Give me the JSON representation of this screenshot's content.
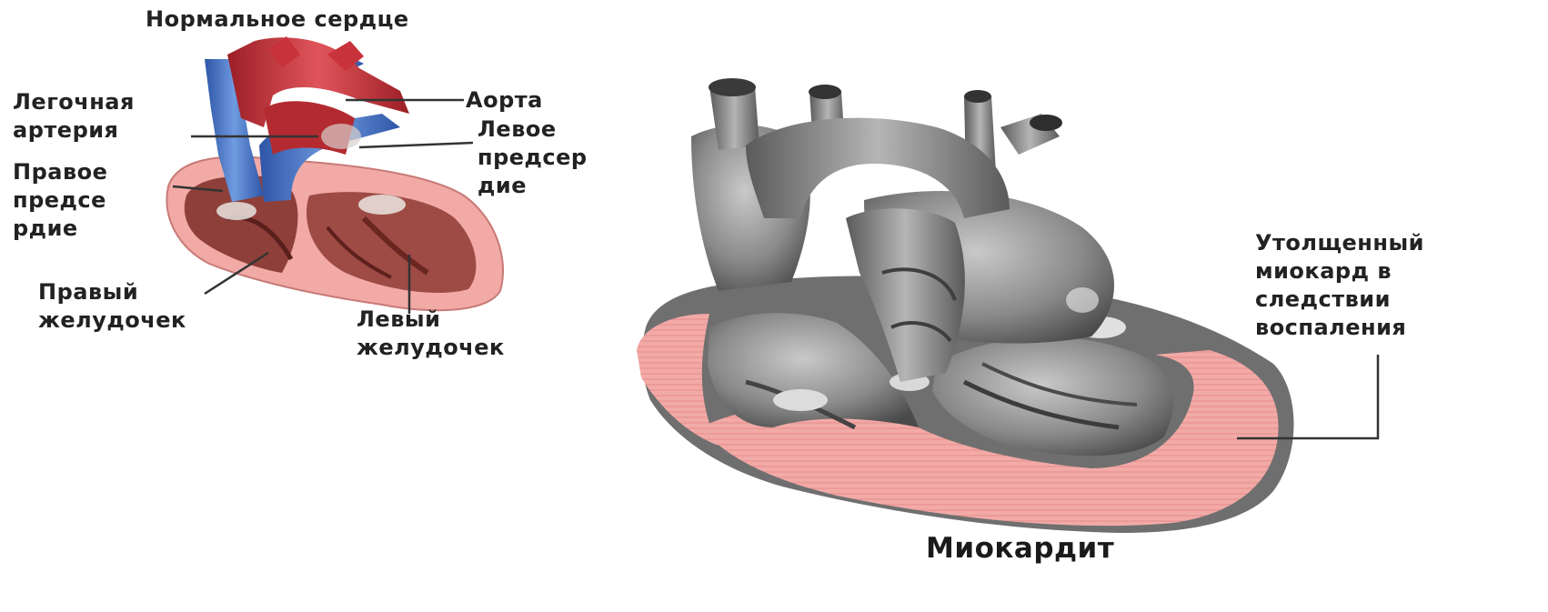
{
  "title_normal": "Нормальное сердце",
  "title_myocarditis": "Миокардит",
  "labels": {
    "pulmonary_artery": [
      "Легочная",
      "артерия"
    ],
    "aorta": "Аорта",
    "left_atrium": [
      "Левое",
      "предсер",
      "дие"
    ],
    "right_atrium": [
      "Правое",
      "предсе",
      "рдие"
    ],
    "right_ventricle": [
      "Правый",
      "желудочек"
    ],
    "left_ventricle": [
      "Левый",
      "желудочек"
    ],
    "thickened_myocardium": [
      "Утолщенный",
      "миокард в",
      "следствии",
      "воспаления"
    ]
  },
  "colors": {
    "aorta_red": "#c8323a",
    "vein_blue": "#3f6fc4",
    "myocardium_pink": "#f2a9a6",
    "muscle_brown": "#9a4a42",
    "heart_gray": "#7d7d7d",
    "line": "#333333"
  }
}
